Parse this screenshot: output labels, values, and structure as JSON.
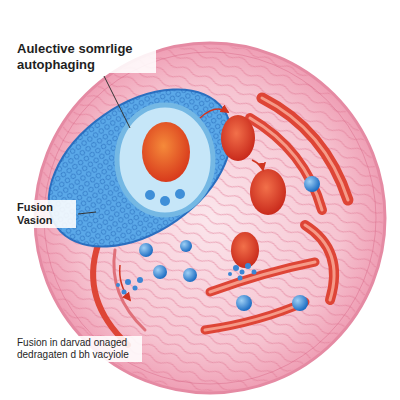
{
  "diagram": {
    "labels": [
      "Aulective somrlige autophaging",
      "Fusion Vasion",
      "Fusion in darvad onaged dedragaten d bh vacyiole"
    ]
  }
}
